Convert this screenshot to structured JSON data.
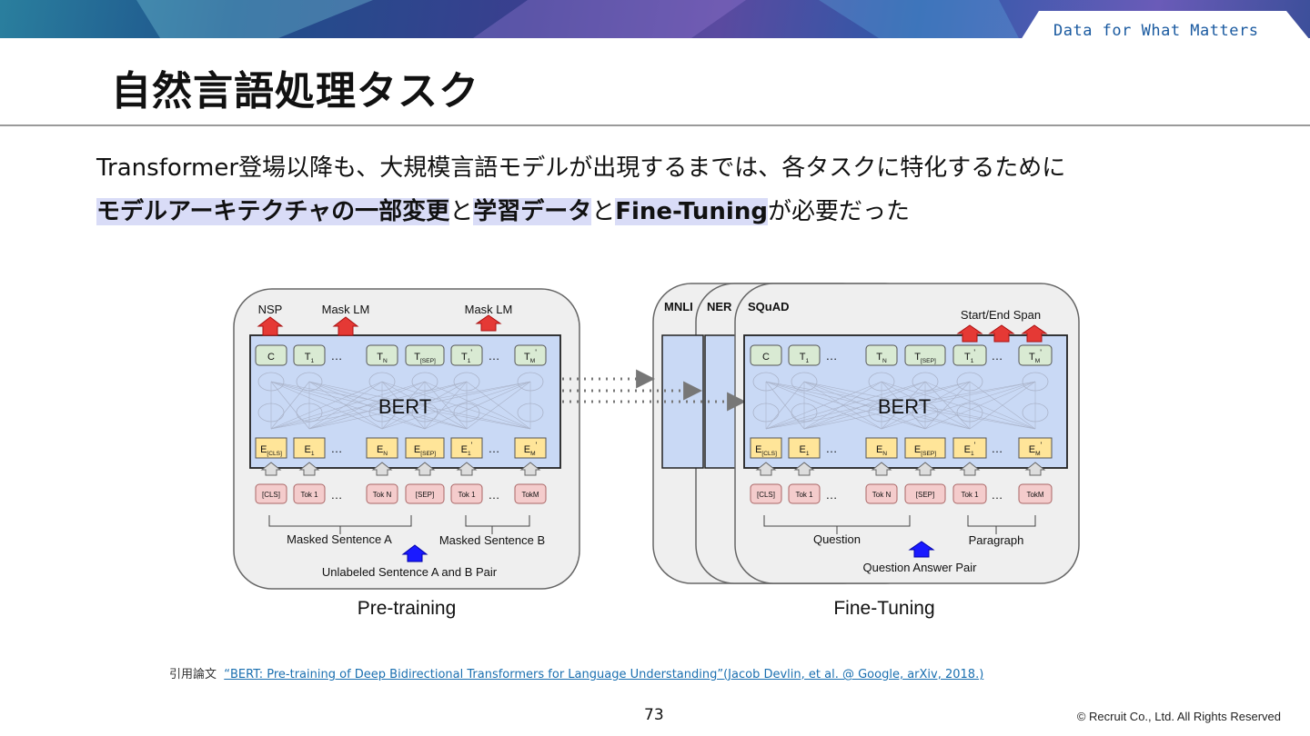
{
  "header": {
    "tagline": "Data for What Matters",
    "title": "自然言語処理タスク"
  },
  "body": {
    "line1": "Transformer登場以降も、大規模言語モデルが出現するまでは、各タスクに特化するために",
    "line2": {
      "hl1": "モデルアーキテクチャの一部変更",
      "sep1": "と",
      "hl2": "学習データ",
      "sep2": "と",
      "hl3": "Fine-Tuning",
      "tail": "が必要だった"
    }
  },
  "figure": {
    "pretraining": {
      "heads": [
        "NSP",
        "Mask LM",
        "Mask LM"
      ],
      "model": "BERT",
      "outputs": [
        "C",
        "T1",
        "…",
        "TN",
        "T[SEP]",
        "T1'",
        "…",
        "TM'"
      ],
      "embeddings": [
        "E[CLS]",
        "E1",
        "…",
        "EN",
        "E[SEP]",
        "E1'",
        "…",
        "EM'"
      ],
      "tokens": [
        "[CLS]",
        "Tok 1",
        "…",
        "Tok N",
        "[SEP]",
        "Tok 1",
        "…",
        "TokM"
      ],
      "sentence_a": "Masked Sentence A",
      "sentence_b": "Masked Sentence B",
      "input": "Unlabeled Sentence A and B Pair",
      "caption": "Pre-training"
    },
    "finetuning": {
      "tasks": [
        "MNLI",
        "NER",
        "SQuAD"
      ],
      "head": "Start/End Span",
      "model": "BERT",
      "outputs": [
        "C",
        "T1",
        "…",
        "TN",
        "T[SEP]",
        "T1'",
        "…",
        "TM'"
      ],
      "embeddings": [
        "E[CLS]",
        "E1",
        "…",
        "EN",
        "E[SEP]",
        "E1'",
        "…",
        "EM'"
      ],
      "tokens": [
        "[CLS]",
        "Tok 1",
        "…",
        "Tok N",
        "[SEP]",
        "Tok 1",
        "…",
        "TokM"
      ],
      "sentence_a": "Question",
      "sentence_b": "Paragraph",
      "input": "Question Answer Pair",
      "caption": "Fine-Tuning"
    }
  },
  "footer": {
    "cite_label": "引用論文",
    "cite_link": "“BERT: Pre-training of Deep Bidirectional Transformers for Language Understanding”",
    "cite_ref": "(Jacob Devlin, et al. @ Google, arXiv, 2018.)",
    "page_number": "73",
    "copyright": "© Recruit Co., Ltd. All Rights Reserved"
  },
  "colors": {
    "accent_blue": "#1a5aa0",
    "highlight": "#d9dcf7",
    "bert_fill": "#c9d9f5",
    "output_fill": "#d9ead3",
    "embed_fill": "#ffe599",
    "token_fill": "#f4cccc",
    "head_arrow": "#e53935",
    "input_arrow": "#1a1aff"
  }
}
